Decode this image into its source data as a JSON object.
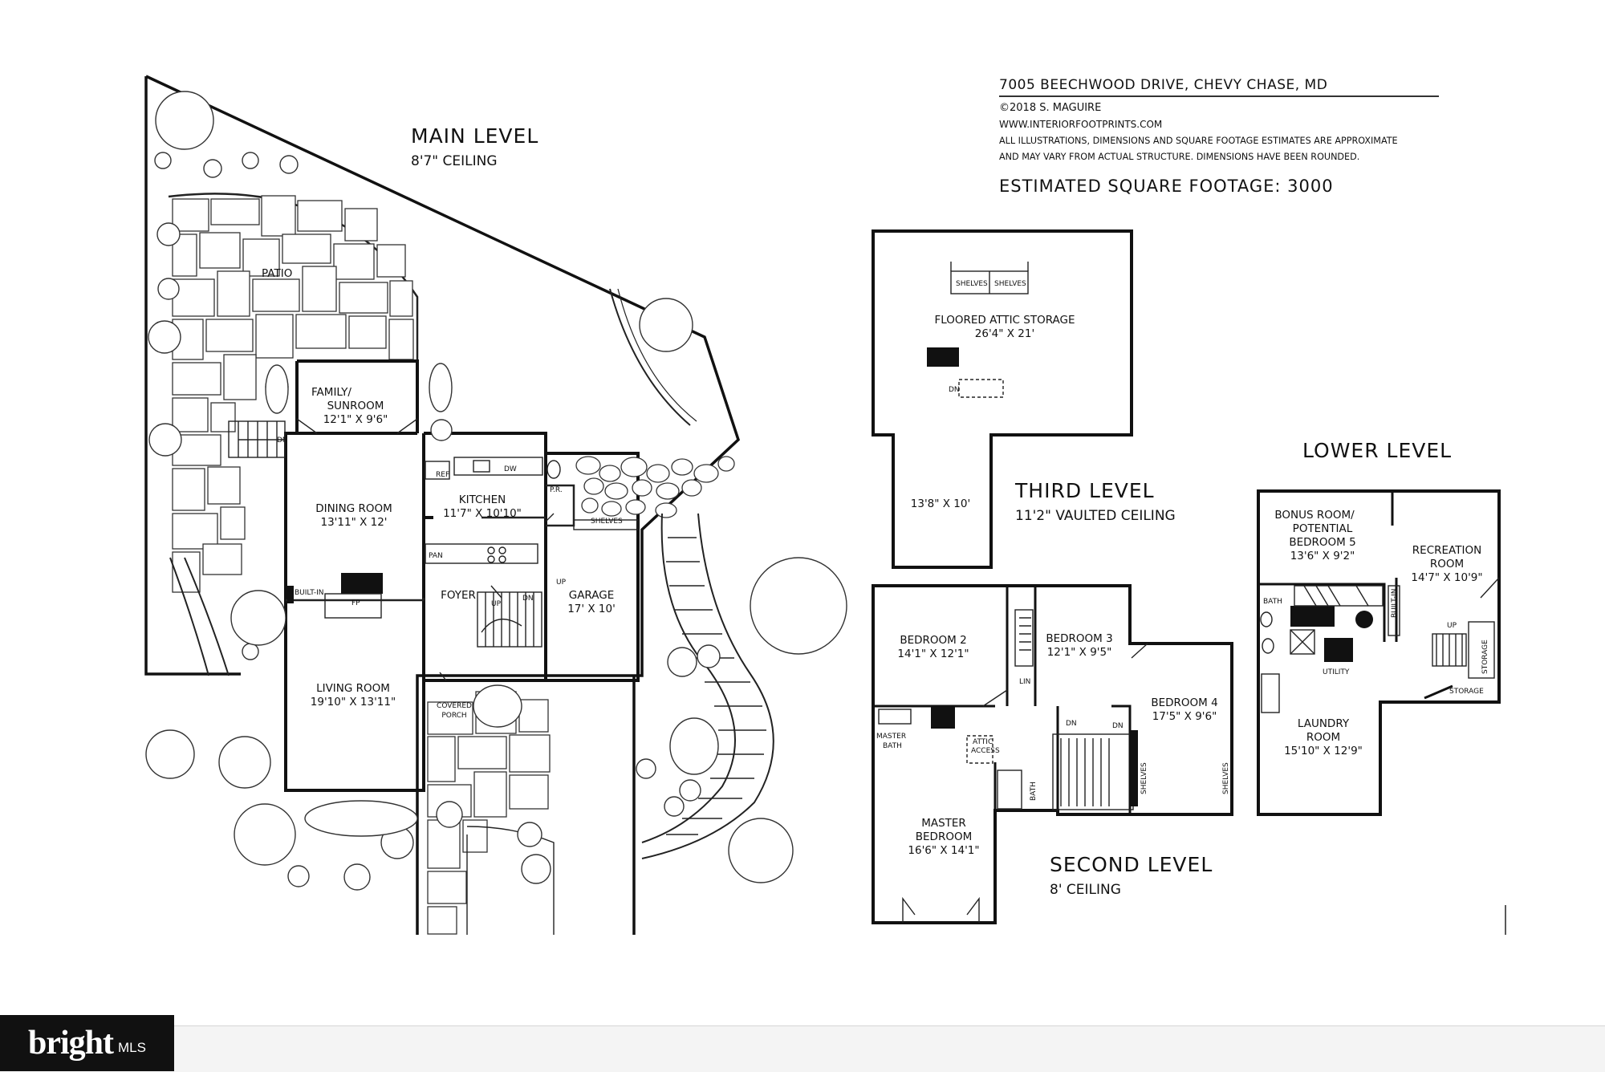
{
  "header": {
    "address": "7005 BEECHWOOD DRIVE, CHEVY CHASE, MD",
    "copyright": "©2018 S. MAGUIRE",
    "website": "WWW.INTERIORFOOTPRINTS.COM",
    "disclaimer_1": "ALL ILLUSTRATIONS, DIMENSIONS AND SQUARE FOOTAGE ESTIMATES ARE APPROXIMATE",
    "disclaimer_2": "AND MAY VARY FROM ACTUAL STRUCTURE. DIMENSIONS HAVE BEEN ROUNDED.",
    "square_footage": "ESTIMATED SQUARE FOOTAGE: 3000"
  },
  "levels": {
    "main": {
      "title": "MAIN LEVEL",
      "ceiling": "8'7\" CEILING"
    },
    "third": {
      "title": "THIRD LEVEL",
      "ceiling": "11'2\" VAULTED CEILING"
    },
    "second": {
      "title": "SECOND LEVEL",
      "ceiling": "8' CEILING"
    },
    "lower": {
      "title": "LOWER LEVEL"
    }
  },
  "rooms": {
    "patio": "PATIO",
    "family_1": "FAMILY/",
    "family_2": "SUNROOM",
    "family_dim": "12'1\" X 9'6\"",
    "dining": "DINING ROOM",
    "dining_dim": "13'11\" X 12'",
    "kitchen": "KITCHEN",
    "kitchen_dim": "11'7\" X 10'10\"",
    "foyer": "FOYER",
    "garage": "GARAGE",
    "garage_dim": "17' X 10'",
    "living": "LIVING ROOM",
    "living_dim": "19'10\" X 13'11\"",
    "porch_1": "COVERED",
    "porch_2": "PORCH",
    "attic": "FLOORED ATTIC STORAGE",
    "attic_dim": "26'4\" X 21'",
    "attic_small_dim": "13'8\" X 10'",
    "bed2": "BEDROOM 2",
    "bed2_dim": "14'1\" X 12'1\"",
    "bed3": "BEDROOM 3",
    "bed3_dim": "12'1\" X 9'5\"",
    "bed4": "BEDROOM 4",
    "bed4_dim": "17'5\" X 9'6\"",
    "master_1": "MASTER",
    "master_2": "BEDROOM",
    "master_dim": "16'6\" X 14'1\"",
    "bonus_1": "BONUS ROOM/",
    "bonus_2": "POTENTIAL",
    "bonus_3": "BEDROOM 5",
    "bonus_dim": "13'6\" X 9'2\"",
    "rec_1": "RECREATION",
    "rec_2": "ROOM",
    "rec_dim": "14'7\" X 10'9\"",
    "laundry_1": "LAUNDRY",
    "laundry_2": "ROOM",
    "laundry_dim": "15'10\" X 12'9\""
  },
  "labels": {
    "dn": "DN",
    "up": "UP",
    "ref": "REF",
    "dw": "DW",
    "pr": "P.R.",
    "pan": "PAN",
    "shelves": "SHELVES",
    "built_in": "BUILT-IN",
    "fp": "FP",
    "lin": "LIN",
    "master_bath_1": "MASTER",
    "master_bath_2": "BATH",
    "attic_access_1": "ATTIC",
    "attic_access_2": "ACCESS",
    "bath": "BATH",
    "utility": "UTILITY",
    "storage": "STORAGE"
  },
  "footer": {
    "brand": "bright",
    "brand_suffix": "MLS"
  }
}
